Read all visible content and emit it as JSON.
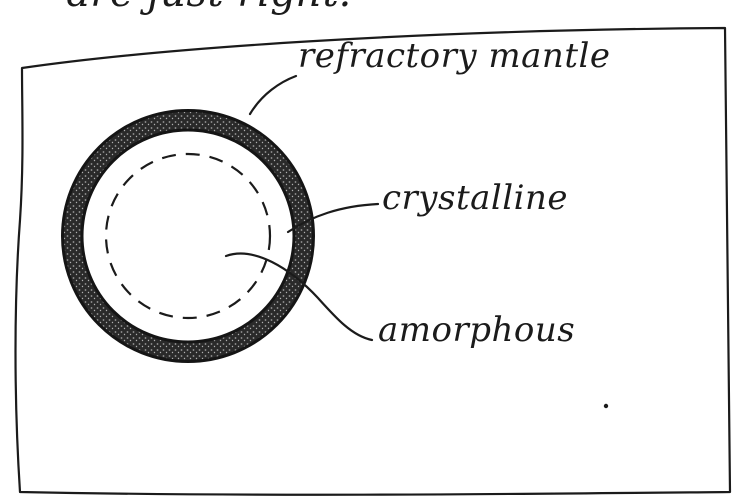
{
  "caption_top": "are just right!",
  "labels": {
    "mantle": "refractory mantle",
    "crystalline": "crystalline",
    "amorphous": "amorphous"
  },
  "colors": {
    "ink": "#1b1b1b",
    "paper": "#ffffff"
  }
}
